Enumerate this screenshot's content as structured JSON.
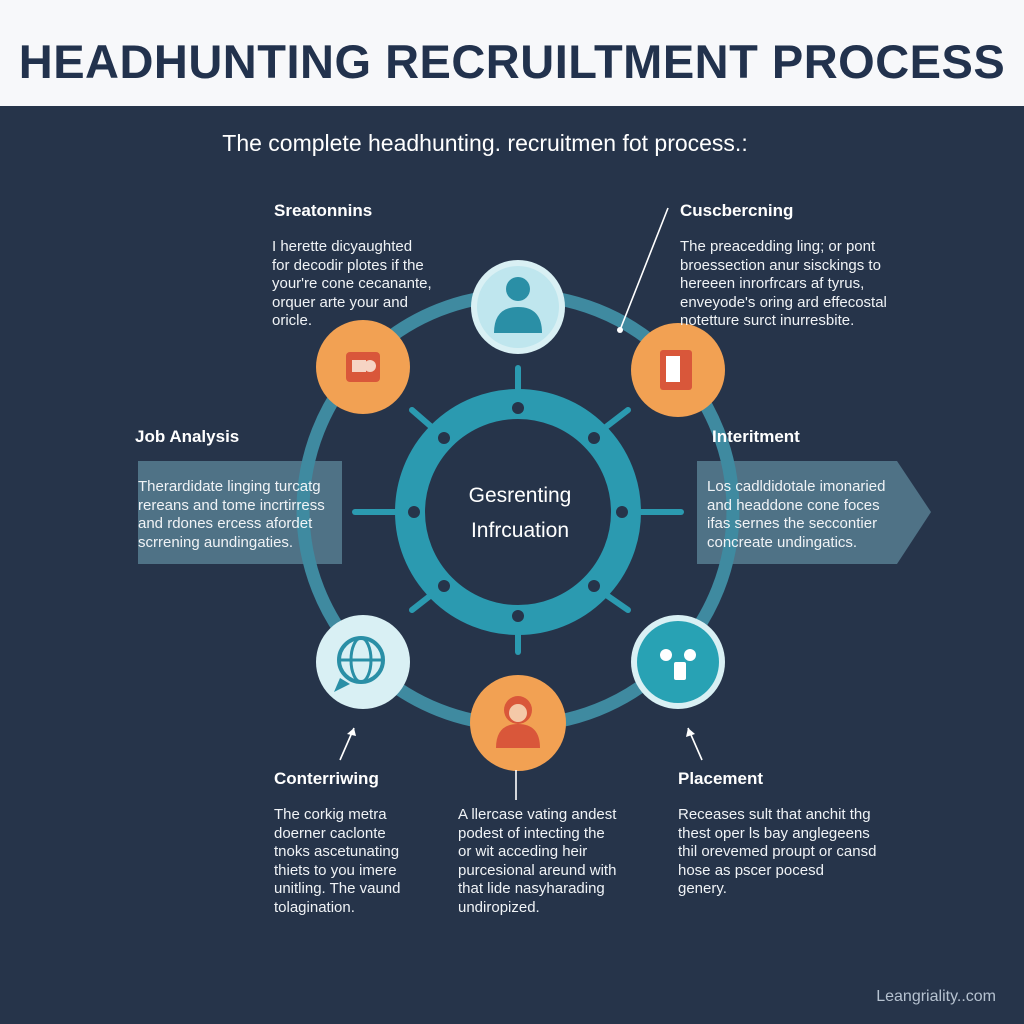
{
  "header": {
    "title": "Headhunting Recruiltment Process",
    "subtitle": "The complete headhunting. recruitmen fot process.:"
  },
  "center": {
    "line1": "Gesrenting",
    "line2": "Infrcuation"
  },
  "steps": {
    "top_left": {
      "title": "Sreatonnins",
      "lines": [
        "I herette dicyaughted",
        "for decodir plotes if the",
        "your're cone cecanante,",
        "orquer arte your and",
        "oricle."
      ]
    },
    "top_right": {
      "title": "Cuscbercning",
      "lines": [
        "The preacedding ling; or pont",
        "broessection anur sisckings to",
        "hereeen inrorfrcars af tyrus,",
        "enveyode's oring ard effecostal",
        "notetture surct inurresbite."
      ]
    },
    "mid_left": {
      "title": "Job Analysis",
      "lines": [
        "Therardidate linging turcatg",
        "rereans and tome incrtirress",
        "and rdones ercess afordet",
        "scrrening aundingaties."
      ]
    },
    "mid_right": {
      "title": "Interitment",
      "lines": [
        "Los cadldidotale imonaried",
        "and headdone cone foces",
        "ifas sernes the seccontier",
        "concreate undingatics."
      ]
    },
    "bottom_left": {
      "title": "Conterriwing",
      "lines": [
        "The corkig metra",
        "doerner caclonte",
        "tnoks ascetunating",
        "thiets to you imere",
        "unitling. The vaund",
        "tolagination."
      ]
    },
    "bottom_center": {
      "lines": [
        "A llercase vating andest",
        "podest of intecting the",
        "or wit acceding heir",
        "purcesional areund with",
        "that lide nasyharading",
        "undiropized."
      ]
    },
    "bottom_right": {
      "title": "Placement",
      "lines": [
        "Receases sult that anchit thg",
        "thest oper ls bay anglegeens",
        "thil orevemed proupt or cansd",
        "hose as pscer pocesd",
        "genery."
      ]
    }
  },
  "icons": [
    "person-icon",
    "document-icon",
    "clipboard-icon",
    "globe-chat-icon",
    "woman-avatar-icon",
    "team-icon"
  ],
  "footer": {
    "watermark": "Leangriality..com"
  },
  "colors": {
    "background": "#26344a",
    "header_band": "#f7f8fa",
    "title": "#22324d",
    "teal": "#2b9ab0",
    "ring": "#3f8aa0",
    "orange": "#f2a153",
    "light_circle": "#d9f0f4",
    "panel": "#4f7286"
  }
}
